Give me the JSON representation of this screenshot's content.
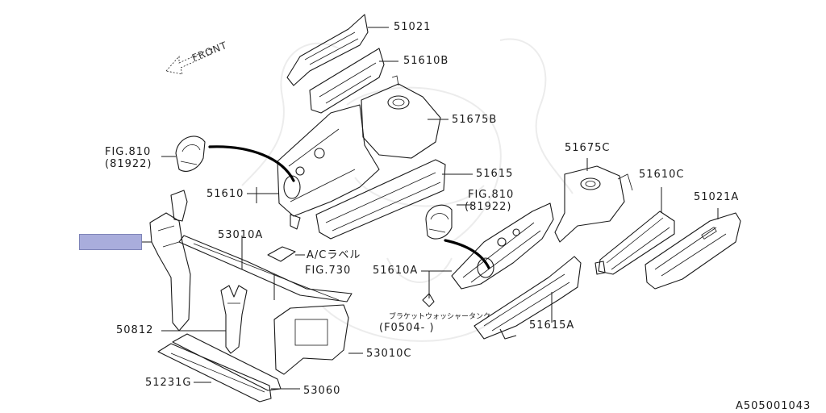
{
  "diagram": {
    "front_label": "FRONT",
    "reference_code": "A505001043",
    "parts": {
      "p51021": "51021",
      "p51610B": "51610B",
      "p51675B": "51675B",
      "p51615": "51615",
      "p51610": "51610",
      "fig810_left_a": "FIG.810",
      "fig810_left_b": "(81922)",
      "fig810_right_a": "FIG.810",
      "fig810_right_b": "(81922)",
      "p53010A": "53010A",
      "ac_label_a": "A/Cラベル",
      "ac_label_b": "FIG.730",
      "p51610A": "51610A",
      "bracket_a": "ブラケットウォッシャータンク",
      "bracket_b": "(F0504-      )",
      "p51615A": "51615A",
      "p51675C": "51675C",
      "p51610C": "51610C",
      "p51021A": "51021A",
      "p50812": "50812",
      "p53010C": "53010C",
      "p51231G": "51231G",
      "p53060": "53060"
    }
  }
}
